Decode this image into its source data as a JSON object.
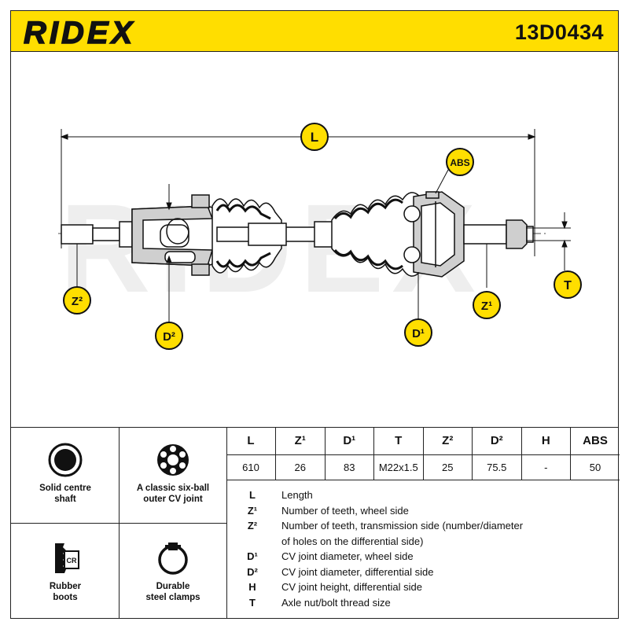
{
  "header": {
    "brand": "RIDEX",
    "part_number": "13D0434"
  },
  "diagram": {
    "labels": {
      "length": "L",
      "abs": "ABS",
      "z2": "Z²",
      "d2": "D²",
      "d1": "D¹",
      "z1": "Z¹",
      "thread": "T"
    },
    "watermark": "RIDEX",
    "colors": {
      "badge": "#ffde00",
      "shaft_fill": "#ffffff",
      "line": "#111111"
    }
  },
  "features": [
    {
      "label_line1": "Solid centre",
      "label_line2": "shaft",
      "icon": "solid-shaft-icon"
    },
    {
      "label_line1": "A classic six-ball",
      "label_line2": "outer CV joint",
      "icon": "six-ball-joint-icon"
    },
    {
      "label_line1": "Rubber",
      "label_line2": "boots",
      "icon": "rubber-boot-icon",
      "icon_text": "CR"
    },
    {
      "label_line1": "Durable",
      "label_line2": "steel clamps",
      "icon": "steel-clamp-icon"
    }
  ],
  "spec_table": {
    "headers": [
      "L",
      "Z¹",
      "D¹",
      "T",
      "Z²",
      "D²",
      "H",
      "ABS"
    ],
    "values": [
      "610",
      "26",
      "83",
      "M22x1.5",
      "25",
      "75.5",
      "-",
      "50"
    ]
  },
  "legend": [
    {
      "symbol": "L",
      "description": "Length"
    },
    {
      "symbol": "Z¹",
      "description": "Number of teeth, wheel side"
    },
    {
      "symbol": "Z²",
      "description": "Number of teeth, transmission side (number/diameter"
    },
    {
      "symbol": "",
      "description": "of holes on the differential side)"
    },
    {
      "symbol": "D¹",
      "description": "CV joint diameter, wheel side"
    },
    {
      "symbol": "D²",
      "description": "CV joint diameter, differential side"
    },
    {
      "symbol": "H",
      "description": "CV joint height, differential side"
    },
    {
      "symbol": "T",
      "description": "Axle nut/bolt thread size"
    }
  ]
}
